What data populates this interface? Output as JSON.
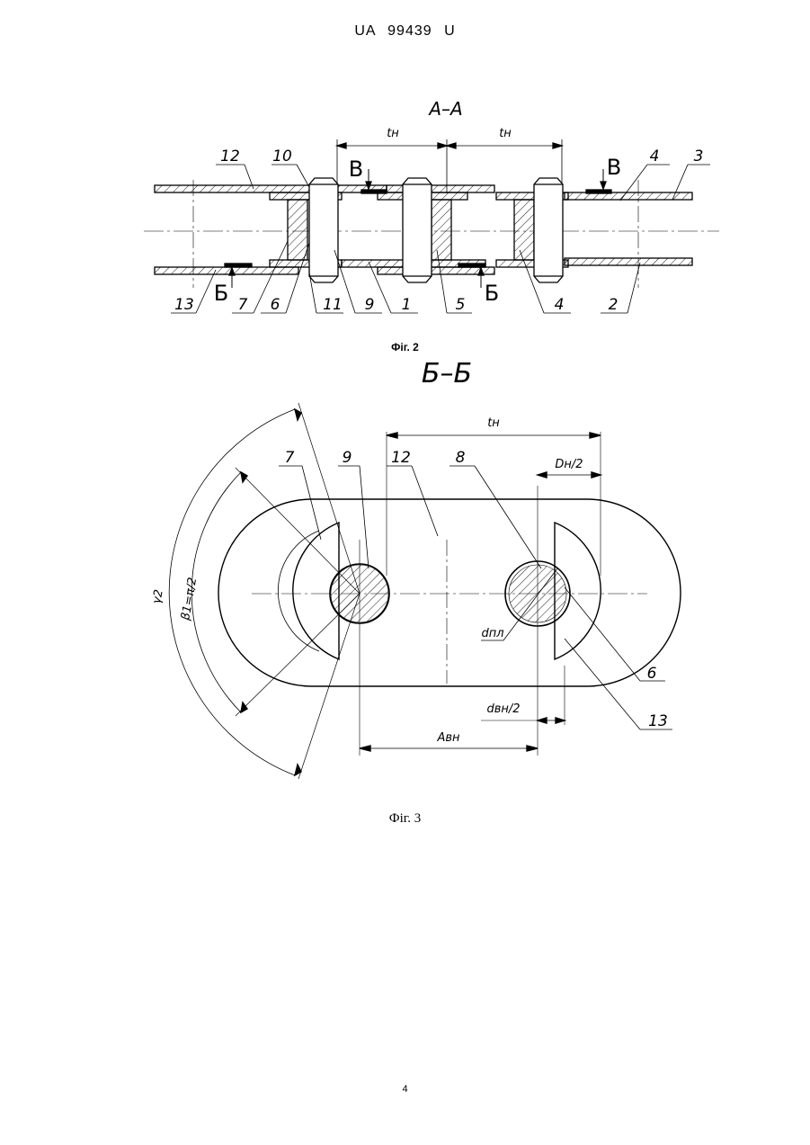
{
  "header": {
    "doc_number": "UA   99439   U"
  },
  "figure2": {
    "section_title": "А–А",
    "pitch_label_left": "tн",
    "pitch_label_right": "tн",
    "section_marks": [
      "В",
      "В",
      "Б",
      "Б"
    ],
    "part_labels": [
      "12",
      "10",
      "4",
      "3",
      "13",
      "7",
      "6",
      "11",
      "9",
      "1",
      "5",
      "4",
      "2"
    ],
    "caption": "Фіг. 2"
  },
  "figure3": {
    "section_title": "Б–Б",
    "pitch_label": "tн",
    "part_labels": [
      "7",
      "9",
      "12",
      "8",
      "6",
      "13"
    ],
    "dim_outer_half": "Dн/2",
    "dim_inner_half": "dвн/2",
    "dim_pin": "dпл",
    "dim_distance": "Aвн",
    "angle_total": "γ2",
    "angle_beta": "β1=π/2",
    "caption": "Фіг. 3"
  },
  "page": {
    "number": "4"
  }
}
